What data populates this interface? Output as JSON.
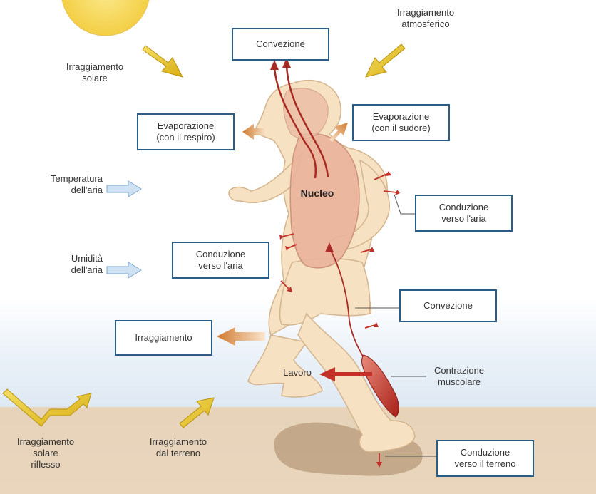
{
  "labels": {
    "irraggiamento_atmosferico": "Irraggiamento\natmosferico",
    "irraggiamento_solare": "Irraggiamento\nsolare",
    "temperatura_aria": "Temperatura\ndell'aria",
    "umidita_aria": "Umidità\ndell'aria",
    "nucleo": "Nucleo",
    "lavoro": "Lavoro",
    "contrazione_muscolare": "Contrazione\nmuscolare",
    "irraggiamento_solare_riflesso": "Irraggiamento\nsolare\nriflesso",
    "irraggiamento_dal_terreno": "Irraggiamento\ndal terreno"
  },
  "boxes": {
    "convezione_top": "Convezione",
    "evaporazione_respiro": "Evaporazione\n(con il respiro)",
    "evaporazione_sudore": "Evaporazione\n(con il sudore)",
    "conduzione_aria_right": "Conduzione\nverso l'aria",
    "conduzione_aria_left": "Conduzione\nverso l'aria",
    "convezione_right": "Convezione",
    "irraggiamento": "Irraggiamento",
    "conduzione_terreno": "Conduzione\nverso il terreno"
  },
  "colors": {
    "box_border": "#2a5d86",
    "sun": "#f7d75a",
    "solar_arrow": "#e0b81c",
    "body_skin": "#f6e1c3",
    "core": "#e9b49e",
    "muscle_red": "#b52a22",
    "heat_arrow": "#d98a3e",
    "air_arrow": "#b9d4ec",
    "ground": "#e7d3bb"
  }
}
